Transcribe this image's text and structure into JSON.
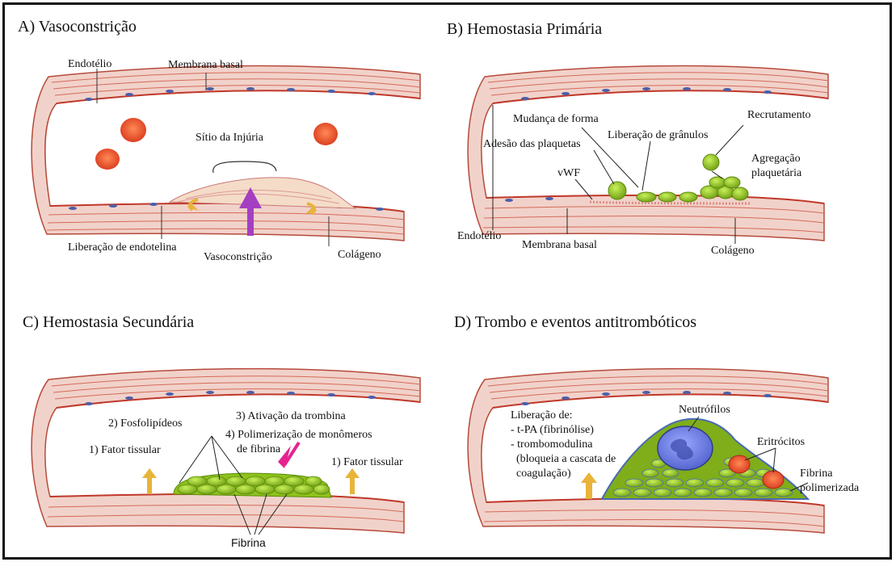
{
  "panels": {
    "a": {
      "title": "A) Vasoconstrição",
      "labels": {
        "endothelium": "Endotélio",
        "basal_membrane": "Membrana basal",
        "injury_site": "Sítio da Injúria",
        "endothelin": "Liberação de endotelina",
        "vasoconstriction": "Vasoconstrição",
        "collagen": "Colágeno"
      }
    },
    "b": {
      "title": "B) Hemostasia Primária",
      "labels": {
        "shape_change": "Mudança de forma",
        "recruitment": "Recrutamento",
        "granule_release": "Liberação de grânulos",
        "platelet_adhesion": "Adesão das plaquetas",
        "aggregation": "Agregação\nplaquetária",
        "vwf": "vWF",
        "endothelium": "Endotélio",
        "basal_membrane": "Membrana basal",
        "collagen": "Colágeno"
      }
    },
    "c": {
      "title": "C) Hemostasia Secundária",
      "labels": {
        "phospholipids": "2) Fosfolipídeos",
        "thrombin": "3) Ativação da trombina",
        "polymerization": "4) Polimerização de monômeros\n    de fibrina",
        "tissue_factor_left": "1) Fator tissular",
        "tissue_factor_right": "1) Fator tissular",
        "fibrin": "Fibrina"
      }
    },
    "d": {
      "title": "D) Trombo e eventos antitrombóticos",
      "labels": {
        "release": "Liberação de:\n- t-PA (fibrinólise)\n- trombomodulina\n  (bloqueia a cascata de\n  coagulação)",
        "neutrophils": "Neutrófilos",
        "erythrocytes": "Eritrócitos",
        "fibrin": "Fibrina\npolimerizada"
      }
    }
  },
  "colors": {
    "vessel_wall": "#e9c4bc",
    "vessel_line": "#c0392b",
    "nucleus": "#4b5fa8",
    "rbc": "#e34a26",
    "platelet": "#8fc21c",
    "arrow_purple": "#a43fc2",
    "arrow_yellow": "#e8b43a",
    "arrow_pink": "#e6238f",
    "neutrophil": "#6f7fe0"
  }
}
